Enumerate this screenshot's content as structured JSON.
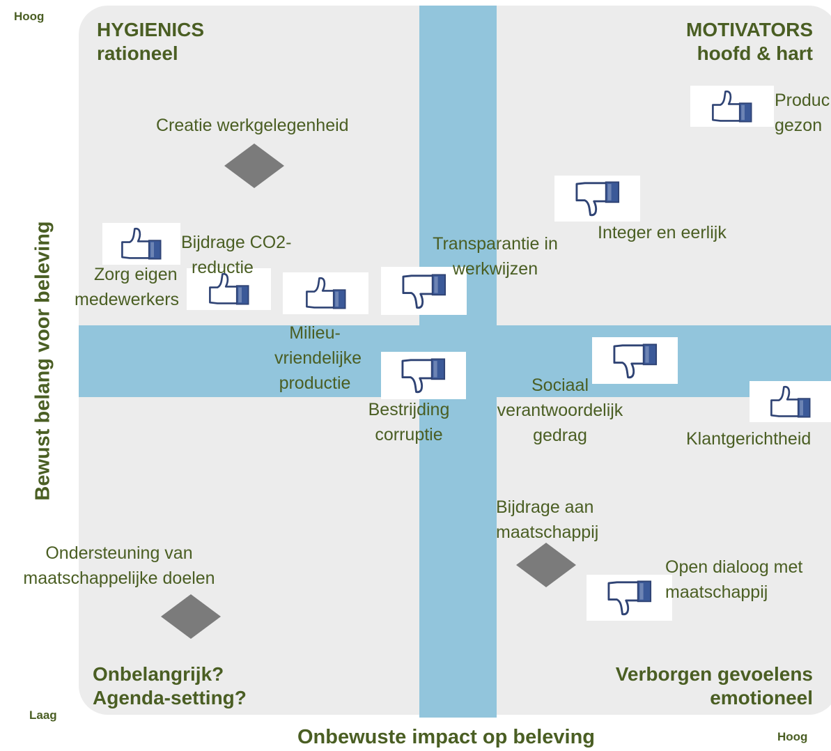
{
  "axes": {
    "y_label": "Bewust belang voor beleving",
    "x_label": "Onbewuste impact op beleving",
    "y_high": "Hoog",
    "y_low": "Laag",
    "x_high": "Hoog"
  },
  "quadrants": {
    "top_left": {
      "line1": "HYGIENICS",
      "line2": "rationeel"
    },
    "top_right": {
      "line1": "MOTIVATORS",
      "line2": "hoofd & hart"
    },
    "bottom_left": {
      "line1": "Onbelangrijk?",
      "line2": "Agenda-setting?"
    },
    "bottom_right": {
      "line1": "Verborgen gevoelens",
      "line2": "emotioneel"
    }
  },
  "items": {
    "creatie": {
      "line1": "Creatie werkgelegenheid"
    },
    "co2": {
      "line1": "Bijdrage CO2-",
      "line2": "reductie"
    },
    "zorg": {
      "line1": "Zorg eigen",
      "line2": "medewerkers"
    },
    "milieu": {
      "line1": "Milieu-",
      "line2": "vriendelijke",
      "line3": "productie"
    },
    "transparantie": {
      "line1": "Transparantie in",
      "line2": "werkwijzen"
    },
    "integer": {
      "line1": "Integer en eerlijk"
    },
    "product": {
      "line1": "Produc",
      "line2": "gezon"
    },
    "corruptie": {
      "line1": "Bestrijding",
      "line2": "corruptie"
    },
    "sociaal": {
      "line1": "Sociaal",
      "line2": "verantwoordelijk",
      "line3": "gedrag"
    },
    "klant": {
      "line1": "Klantgerichtheid"
    },
    "maatschappij": {
      "line1": "Bijdrage aan",
      "line2": "maatschappij"
    },
    "dialoog": {
      "line1": "Open dialoog met",
      "line2": "maatschappij"
    },
    "ondersteuning": {
      "line1": "Ondersteuning van",
      "line2": "maatschappelijke doelen"
    }
  },
  "colors": {
    "text_green": "#4a5e23",
    "band_blue": "#92c5dc",
    "panel_grey": "#ececec",
    "diamond_grey": "#7b7b7b",
    "thumb_blue": "#3b5998"
  },
  "icons": {
    "like": "thumbs-up-icon",
    "dislike": "thumbs-down-icon",
    "neutral": "diamond-marker"
  }
}
